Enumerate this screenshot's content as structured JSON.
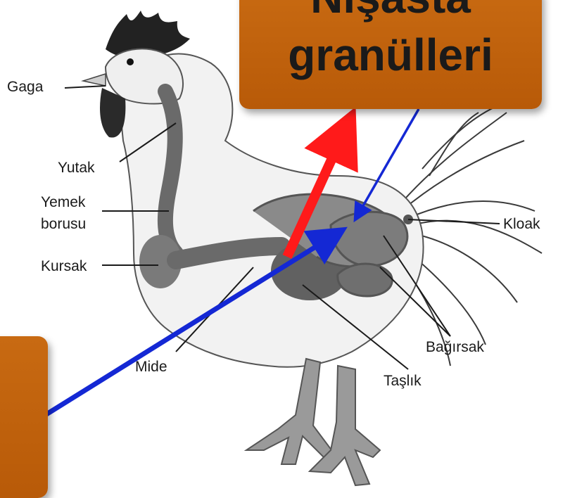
{
  "labels": {
    "gaga": "Gaga",
    "yutak": "Yutak",
    "yemek_borusu_1": "Yemek",
    "yemek_borusu_2": "borusu",
    "kursak": "Kursak",
    "mide": "Mide",
    "taslik": "Taşlık",
    "bagirsak": "Bağırsak",
    "kloak": "Kloak"
  },
  "callout_top": {
    "line1": "Nişasta",
    "line2": "granülleri"
  },
  "colors": {
    "callout": "#c0620b",
    "red_arrow": "#ff1a1a",
    "blue_arrow": "#1428d4"
  }
}
